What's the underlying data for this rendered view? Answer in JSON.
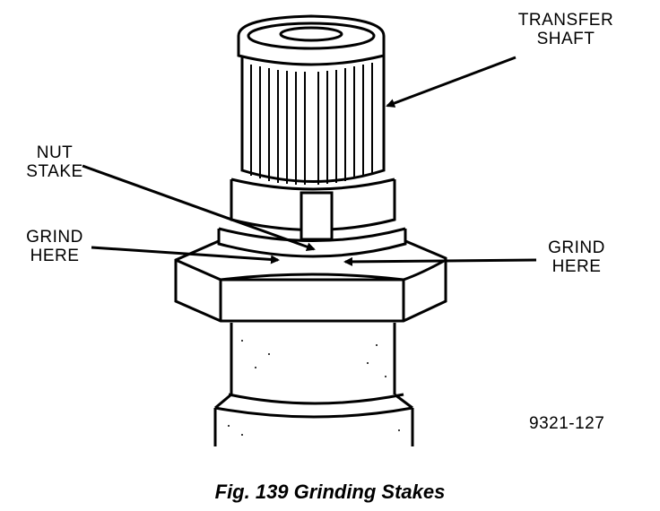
{
  "labels": {
    "transfer_shaft": [
      "TRANSFER",
      "SHAFT"
    ],
    "nut_stake": [
      "NUT",
      "STAKE"
    ],
    "grind_here_left": [
      "GRIND",
      "HERE"
    ],
    "grind_here_right": [
      "GRIND",
      "HERE"
    ],
    "figure_code": "9321-127"
  },
  "caption": "Fig. 139 Grinding Stakes"
}
